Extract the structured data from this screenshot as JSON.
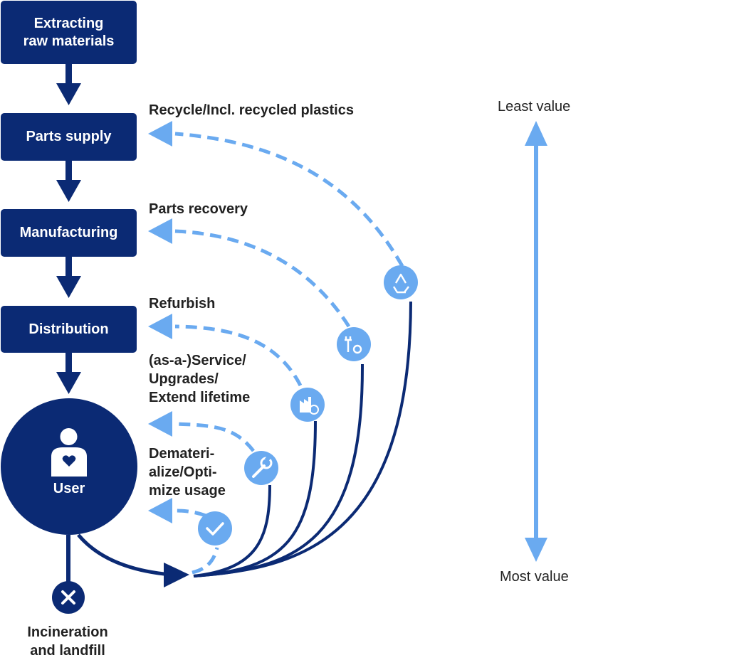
{
  "stages": {
    "extracting": [
      "Extracting",
      "raw materials"
    ],
    "parts_supply": "Parts supply",
    "manufacturing": "Manufacturing",
    "distribution": "Distribution",
    "user": "User"
  },
  "loops": {
    "recycle": "Recycle/Incl. recycled plastics",
    "parts_recovery": "Parts recovery",
    "refurbish": "Refurbish",
    "service": [
      "(as-a-)Service/",
      "Upgrades/",
      "Extend lifetime"
    ],
    "dematerialize": [
      "Demateri-",
      "alize/Opti-",
      "mize usage"
    ]
  },
  "end_of_life": [
    "Incineration",
    "and landfill"
  ],
  "value_scale": {
    "top": "Least value",
    "bottom": "Most value"
  },
  "colors": {
    "navy": "#0b2a74",
    "light_blue": "#6aaaf0"
  },
  "icons": [
    "recycle-icon",
    "parts-icon",
    "refurbish-icon",
    "wrench-icon",
    "checkmark-icon",
    "user-heart-icon",
    "close-icon"
  ]
}
